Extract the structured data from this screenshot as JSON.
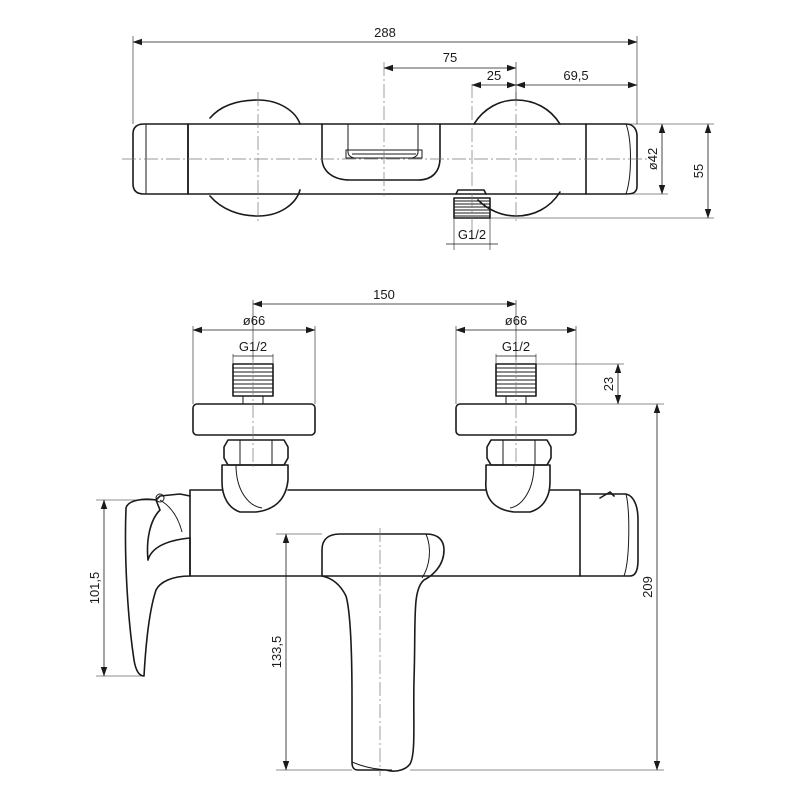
{
  "drawing": {
    "top_view": {
      "overall_width": "288",
      "center_to_inlet": "75",
      "inlet_offset": "25",
      "inlet_to_end": "69,5",
      "body_diameter": "ø42",
      "depth": "55",
      "outlet_thread": "G1/2"
    },
    "front_view": {
      "connection_spacing": "150",
      "flange_diameter_left": "ø66",
      "flange_diameter_right": "ø66",
      "thread_left": "G1/2",
      "thread_right": "G1/2",
      "thread_length": "23",
      "handle_height": "101,5",
      "spout_height": "133,5",
      "overall_height": "209"
    }
  }
}
